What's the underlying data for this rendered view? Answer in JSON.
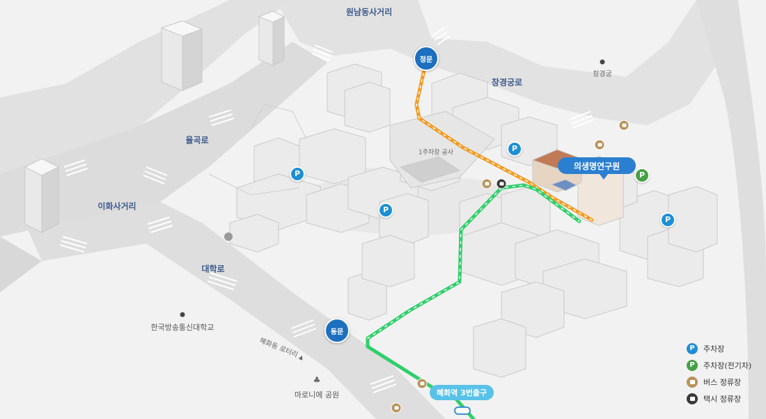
{
  "roads": {
    "wonnam": "원남동사거리",
    "changgyeonggung_ro": "창경궁로",
    "yulgok_ro": "율곡로",
    "ihwa": "이화사거리",
    "daehak_ro": "대학로",
    "hyehwa_rotary": "혜화동 로터리"
  },
  "places": {
    "changgyeonggung": "창경궁",
    "knou": "한국방송통신대학교",
    "marronnier_park": "마로니에 공원",
    "parking_construction": "1주차장 공사"
  },
  "gates": {
    "main_gate": "정문",
    "east_gate": "동문"
  },
  "callout": {
    "research_institute": "의생명연구원"
  },
  "station": {
    "label": "혜화역 3번출구"
  },
  "markers": {
    "parking_symbol": "P"
  },
  "legend": {
    "parking": "주차장",
    "parking_ev": "주차장(전기차)",
    "bus_stop": "버스 정류장",
    "taxi_stop": "택시 정류장"
  },
  "colors": {
    "route_orange": "#f39a1e",
    "route_green": "#2fcf6a",
    "parking_blue": "#1d8fd6",
    "parking_green": "#46a045",
    "bus_brown": "#b8935a",
    "taxi_dark": "#3a3a3a",
    "callout_blue": "#2b7fd1",
    "station_cyan": "#58c2e8"
  },
  "icons": {
    "parking": "parking-icon",
    "parking_ev": "ev-parking-icon",
    "bus": "bus-stop-icon",
    "taxi": "taxi-stop-icon",
    "subway": "subway-icon"
  }
}
